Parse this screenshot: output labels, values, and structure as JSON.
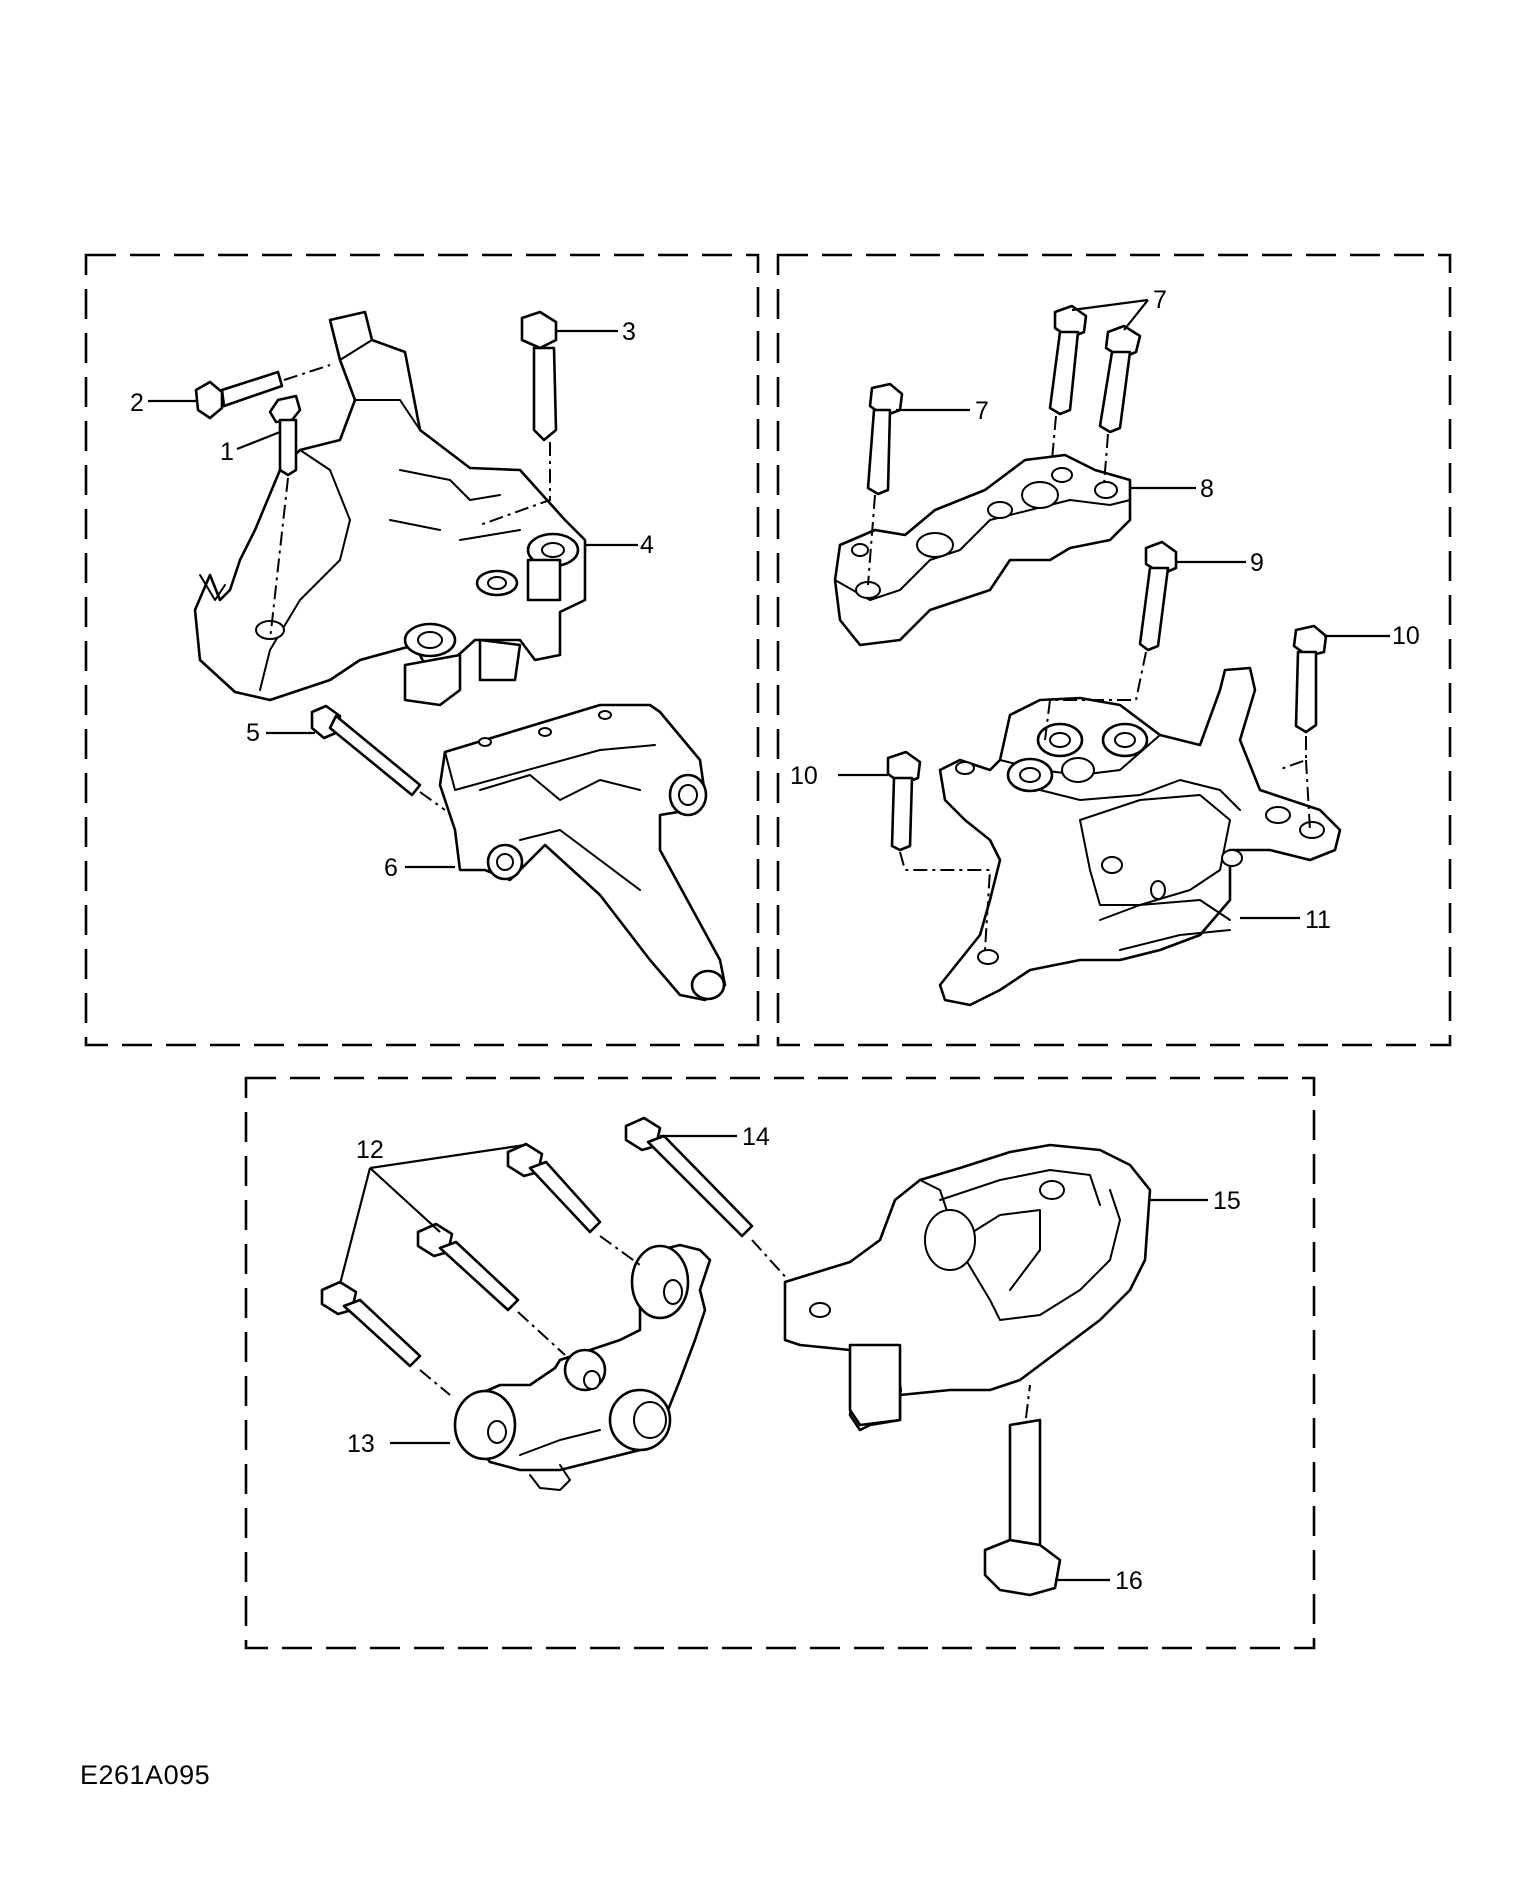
{
  "diagram": {
    "code": "E261A095",
    "callouts": [
      "1",
      "2",
      "3",
      "4",
      "5",
      "6",
      "7",
      "7",
      "8",
      "9",
      "10",
      "10",
      "11",
      "12",
      "13",
      "14",
      "15",
      "16"
    ]
  }
}
